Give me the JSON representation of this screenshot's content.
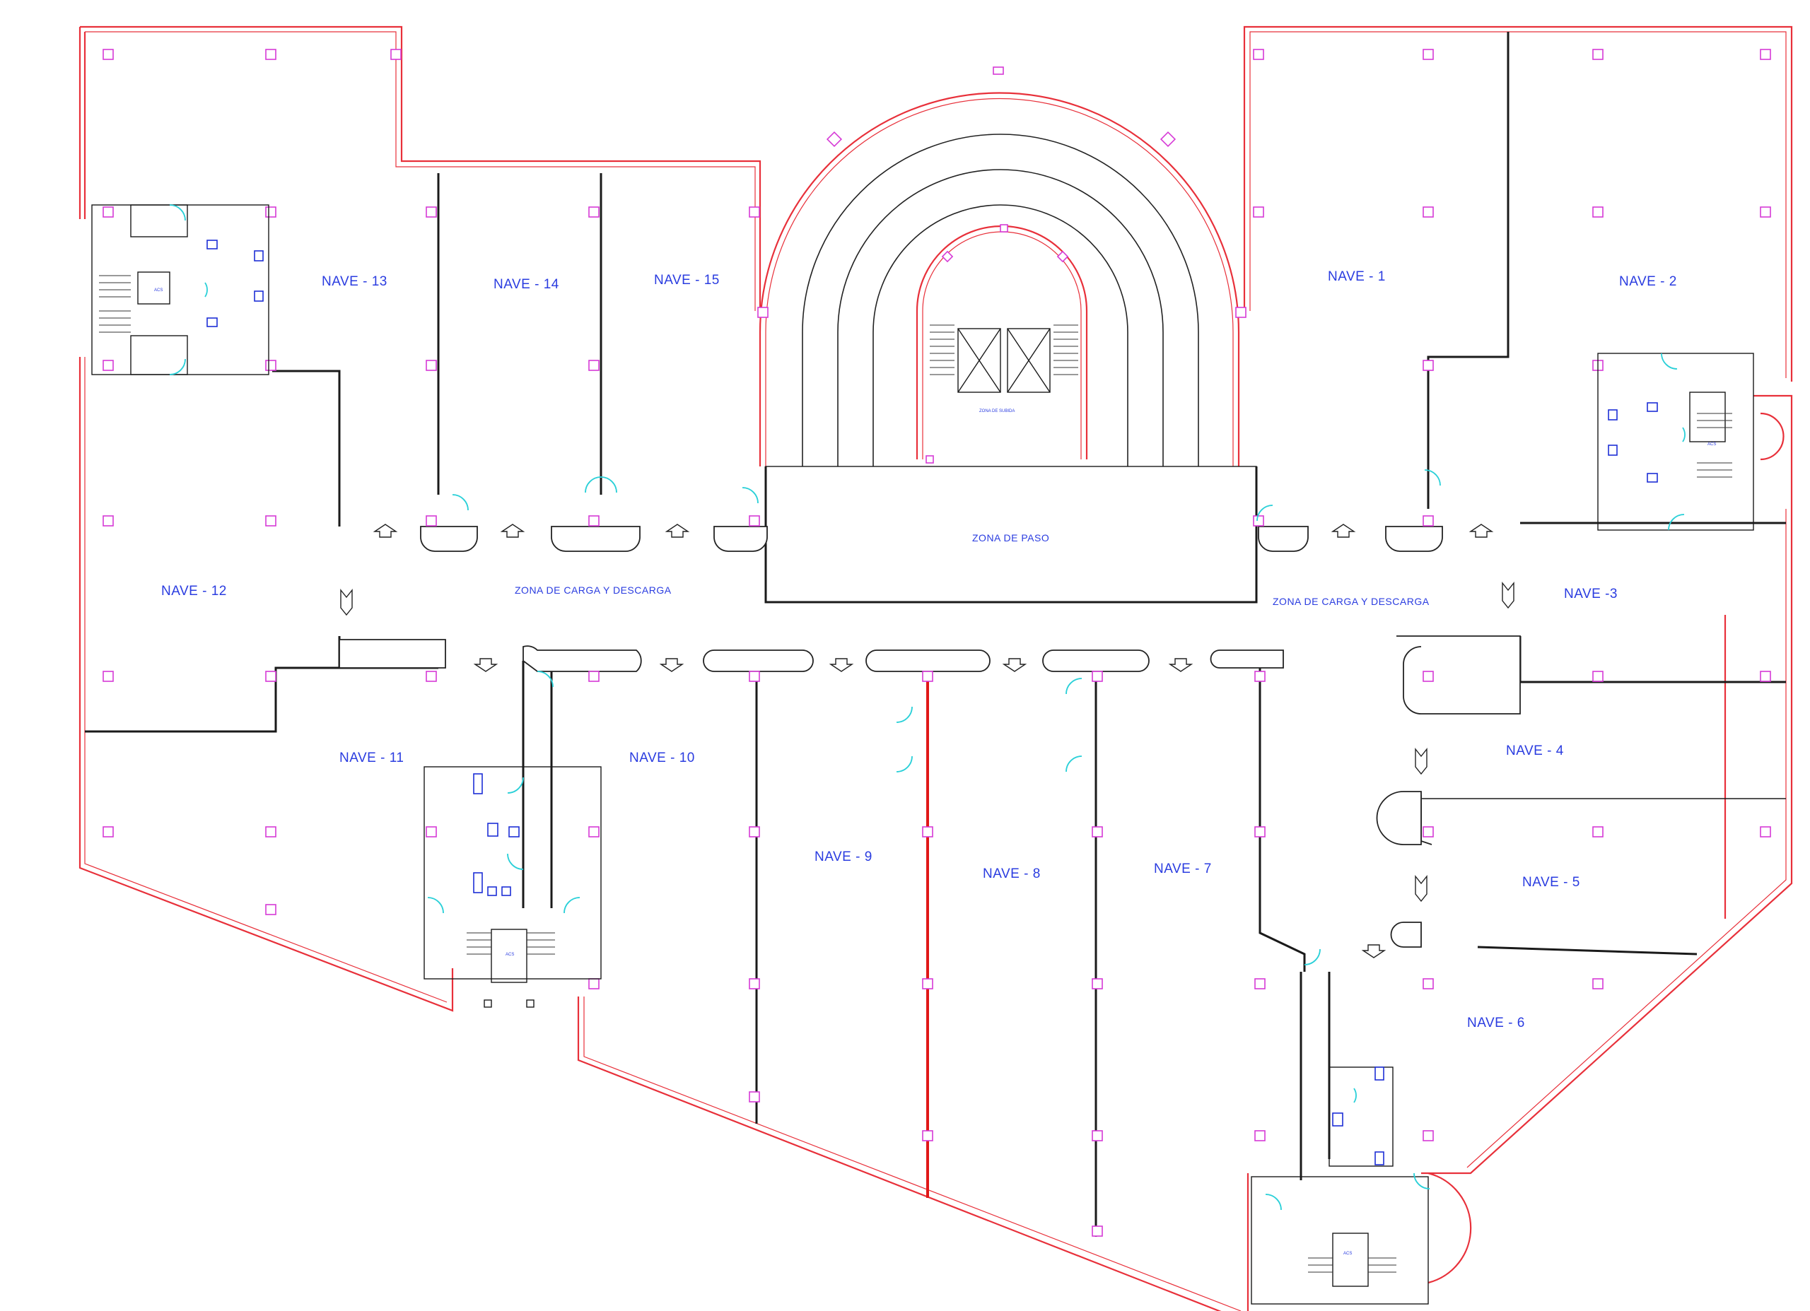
{
  "naves": [
    {
      "id": "n1",
      "label": "NAVE - 1"
    },
    {
      "id": "n2",
      "label": "NAVE - 2"
    },
    {
      "id": "n3",
      "label": "NAVE -3"
    },
    {
      "id": "n4",
      "label": "NAVE - 4"
    },
    {
      "id": "n5",
      "label": "NAVE - 5"
    },
    {
      "id": "n6",
      "label": "NAVE - 6"
    },
    {
      "id": "n7",
      "label": "NAVE - 7"
    },
    {
      "id": "n8",
      "label": "NAVE - 8"
    },
    {
      "id": "n9",
      "label": "NAVE - 9"
    },
    {
      "id": "n10",
      "label": "NAVE - 10"
    },
    {
      "id": "n11",
      "label": "NAVE - 11"
    },
    {
      "id": "n12",
      "label": "NAVE - 12"
    },
    {
      "id": "n13",
      "label": "NAVE - 13"
    },
    {
      "id": "n14",
      "label": "NAVE - 14"
    },
    {
      "id": "n15",
      "label": "NAVE - 15"
    }
  ],
  "zones": {
    "paso": "ZONA DE PASO",
    "carga_west": "ZONA DE CARGA Y DESCARGA",
    "carga_east": "ZONA DE CARGA Y DESCARGA"
  },
  "colors": {
    "exterior_wall": "#e8303a",
    "interior_wall": "#1a1a1a",
    "column": "#d63ad6",
    "door": "#2ad0d8",
    "fixture": "#1d2fd6",
    "label": "#2a3ce0"
  }
}
